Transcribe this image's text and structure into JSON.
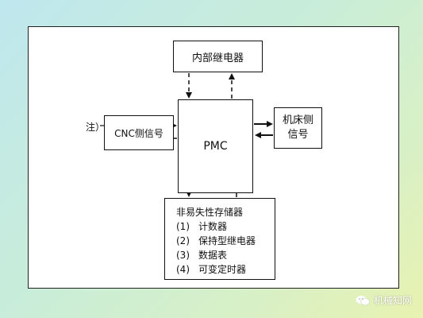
{
  "diagram": {
    "note_label": "注）",
    "inner_relay": "内部继电器",
    "cnc_side": "CNC侧信号",
    "pmc": "PMC",
    "machine_side_line1": "机床侧",
    "machine_side_line2": "信号",
    "memory": {
      "title": "非易失性存储器",
      "items": [
        {
          "num": "(1)",
          "text": "计数器"
        },
        {
          "num": "(2)",
          "text": "保持型继电器"
        },
        {
          "num": "(3)",
          "text": "数据表"
        },
        {
          "num": "(4)",
          "text": "可变定时器"
        }
      ]
    }
  },
  "watermark": {
    "text": "机械知网",
    "icon": "wechat-icon"
  }
}
